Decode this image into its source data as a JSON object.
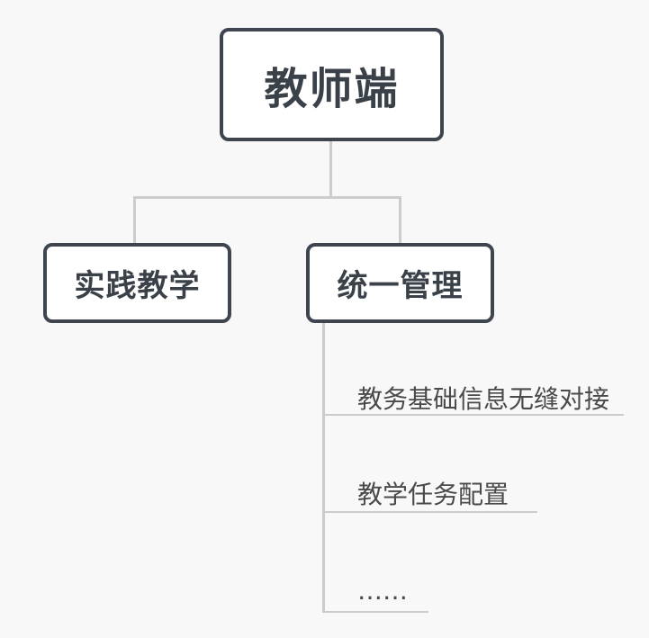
{
  "colors": {
    "background": "#f8f8f8",
    "node_fill": "#ffffff",
    "node_border": "#3f454e",
    "node_text": "#3b4148",
    "connector": "#cccccc",
    "leaf_text": "#4a4a4a"
  },
  "tree": {
    "root": {
      "label": "教师端"
    },
    "children": [
      {
        "label": "实践教学",
        "leaves": []
      },
      {
        "label": "统一管理",
        "leaves": [
          {
            "label": "教务基础信息无缝对接"
          },
          {
            "label": "教学任务配置"
          },
          {
            "label": "……"
          }
        ]
      }
    ]
  }
}
